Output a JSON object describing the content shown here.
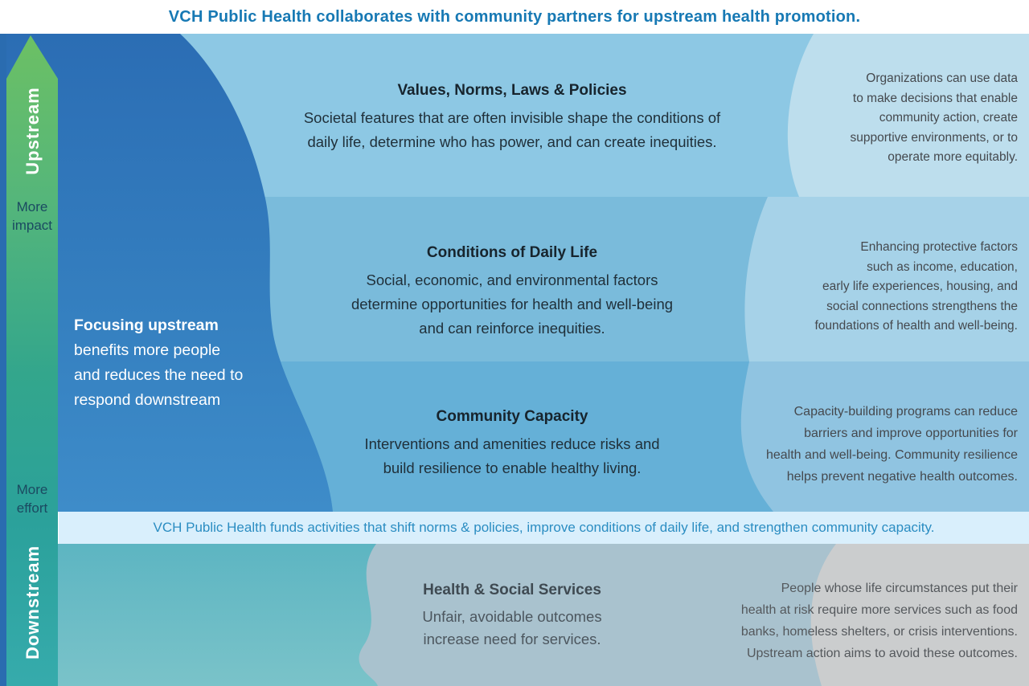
{
  "header": {
    "title": "VCH Public Health collaborates with community partners for upstream health promotion."
  },
  "sidebar": {
    "upstream": "Upstream",
    "more_impact": "More\nimpact",
    "more_effort": "More\neffort",
    "downstream": "Downstream"
  },
  "focus_note": {
    "title": "Focusing upstream",
    "body": "benefits more people\nand reduces the need to\nrespond downstream"
  },
  "bands": [
    {
      "title": "Values, Norms, Laws & Policies",
      "description": "Societal features that are often invisible shape the conditions of\ndaily life, determine who has power, and can create inequities.",
      "note": "Organizations can use data\nto make decisions that enable\ncommunity action, create\nsupportive environments, or to\noperate more equitably."
    },
    {
      "title": "Conditions of Daily Life",
      "description": "Social, economic, and environmental factors\ndetermine opportunities for health and well-being\nand can reinforce inequities.",
      "note": "Enhancing protective factors\nsuch as income, education,\nearly life experiences, housing, and\nsocial connections strengthens the\nfoundations of health and well-being."
    },
    {
      "title": "Community Capacity",
      "description": "Interventions and amenities reduce risks and\nbuild resilience to enable healthy living.",
      "note": "Capacity-building programs can reduce\nbarriers and improve opportunities for\nhealth and well-being. Community resilience\nhelps prevent negative health outcomes."
    }
  ],
  "funding_banner": {
    "text": "VCH Public Health funds activities that shift norms & policies, improve conditions of daily life, and strengthen community capacity."
  },
  "downstream_band": {
    "title": "Health & Social Services",
    "description": "Unfair, avoidable outcomes\nincrease need for services.",
    "note": "People whose life circumstances put their\nhealth at risk require more services such as food\nbanks, homeless shelters, or crisis interventions.\nUpstream action aims to avoid these outcomes."
  },
  "colors": {
    "title_blue": "#1779b4",
    "band_values": "#8dc8e4",
    "band_values_light": "#bddeed",
    "band_conditions": "#7abbdb",
    "band_conditions_light": "#a6d2e8",
    "band_capacity": "#65b0d7",
    "band_capacity_light": "#90c4e1",
    "band_services": "#a9c2ce",
    "band_services_light": "#cbcdce",
    "banner_bg": "#d9effc",
    "banner_text": "#2b8dc2",
    "arrow_green": "#6cc064",
    "arrow_teal": "#2fa7a5",
    "flow_dark_blue": "#2b6db4",
    "downstream_teal": "#5db5c2"
  }
}
